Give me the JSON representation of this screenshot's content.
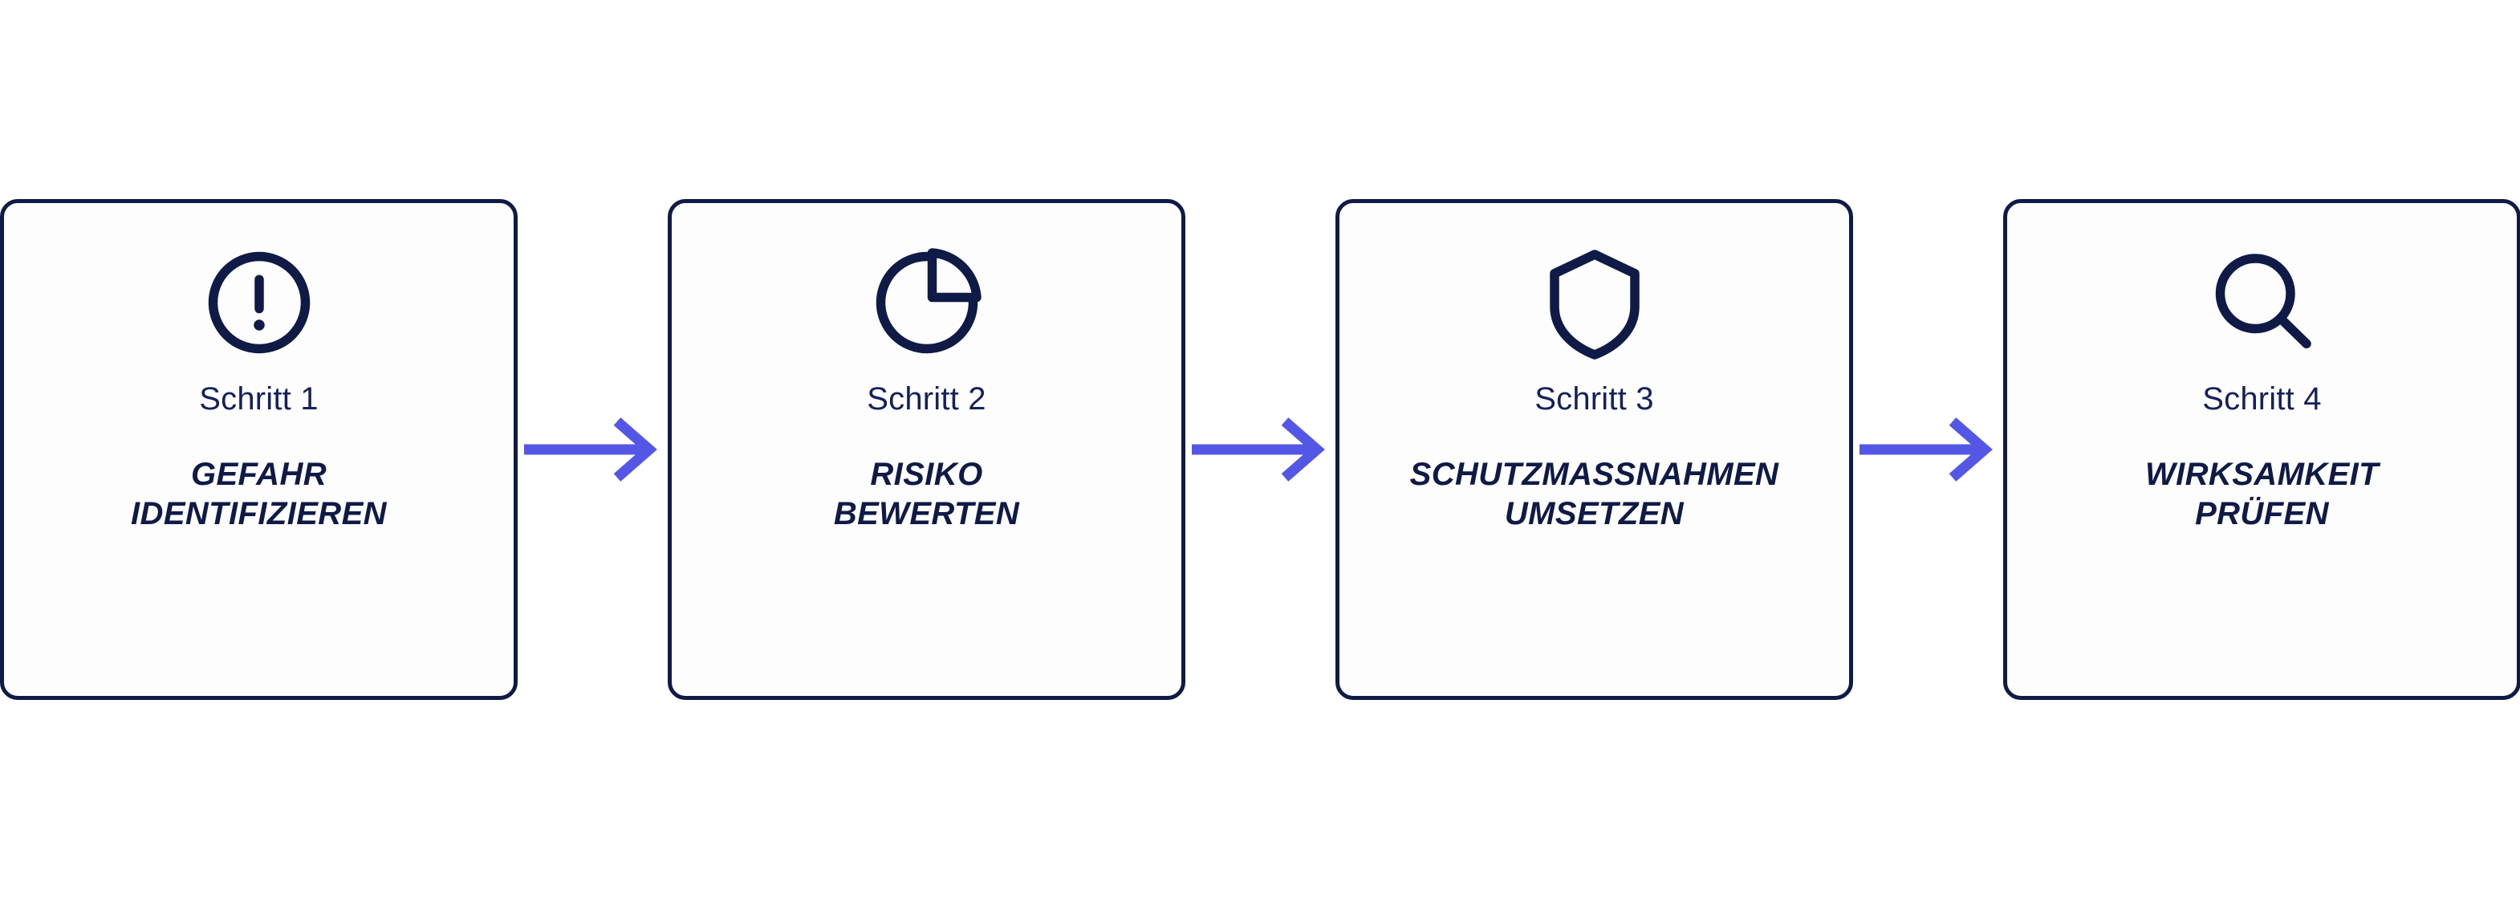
{
  "page": {
    "background_color": "#ffffff",
    "navy": "#101A46",
    "label_navy": "#16205A",
    "arrow_color": "#5457E6",
    "card_fill": "#FCFDFC"
  },
  "flow": {
    "steps": [
      {
        "icon": "exclamation-circle-icon",
        "step_label": "Schritt 1",
        "title_lines": [
          "GEFAHR",
          "IDENTIFIZIEREN"
        ]
      },
      {
        "icon": "pie-chart-icon",
        "step_label": "Schritt 2",
        "title_lines": [
          "RISIKO",
          "BEWERTEN"
        ]
      },
      {
        "icon": "shield-icon",
        "step_label": "Schritt 3",
        "title_lines": [
          "SCHUTZMAßNAHMEN",
          "UMSETZEN"
        ]
      },
      {
        "icon": "magnifier-icon",
        "step_label": "Schritt 4",
        "title_lines": [
          "WIRKSAMKEIT",
          "PRÜFEN"
        ]
      }
    ],
    "connectors": [
      {
        "icon": "arrow-right-icon"
      },
      {
        "icon": "arrow-right-icon"
      },
      {
        "icon": "arrow-right-icon"
      }
    ]
  }
}
